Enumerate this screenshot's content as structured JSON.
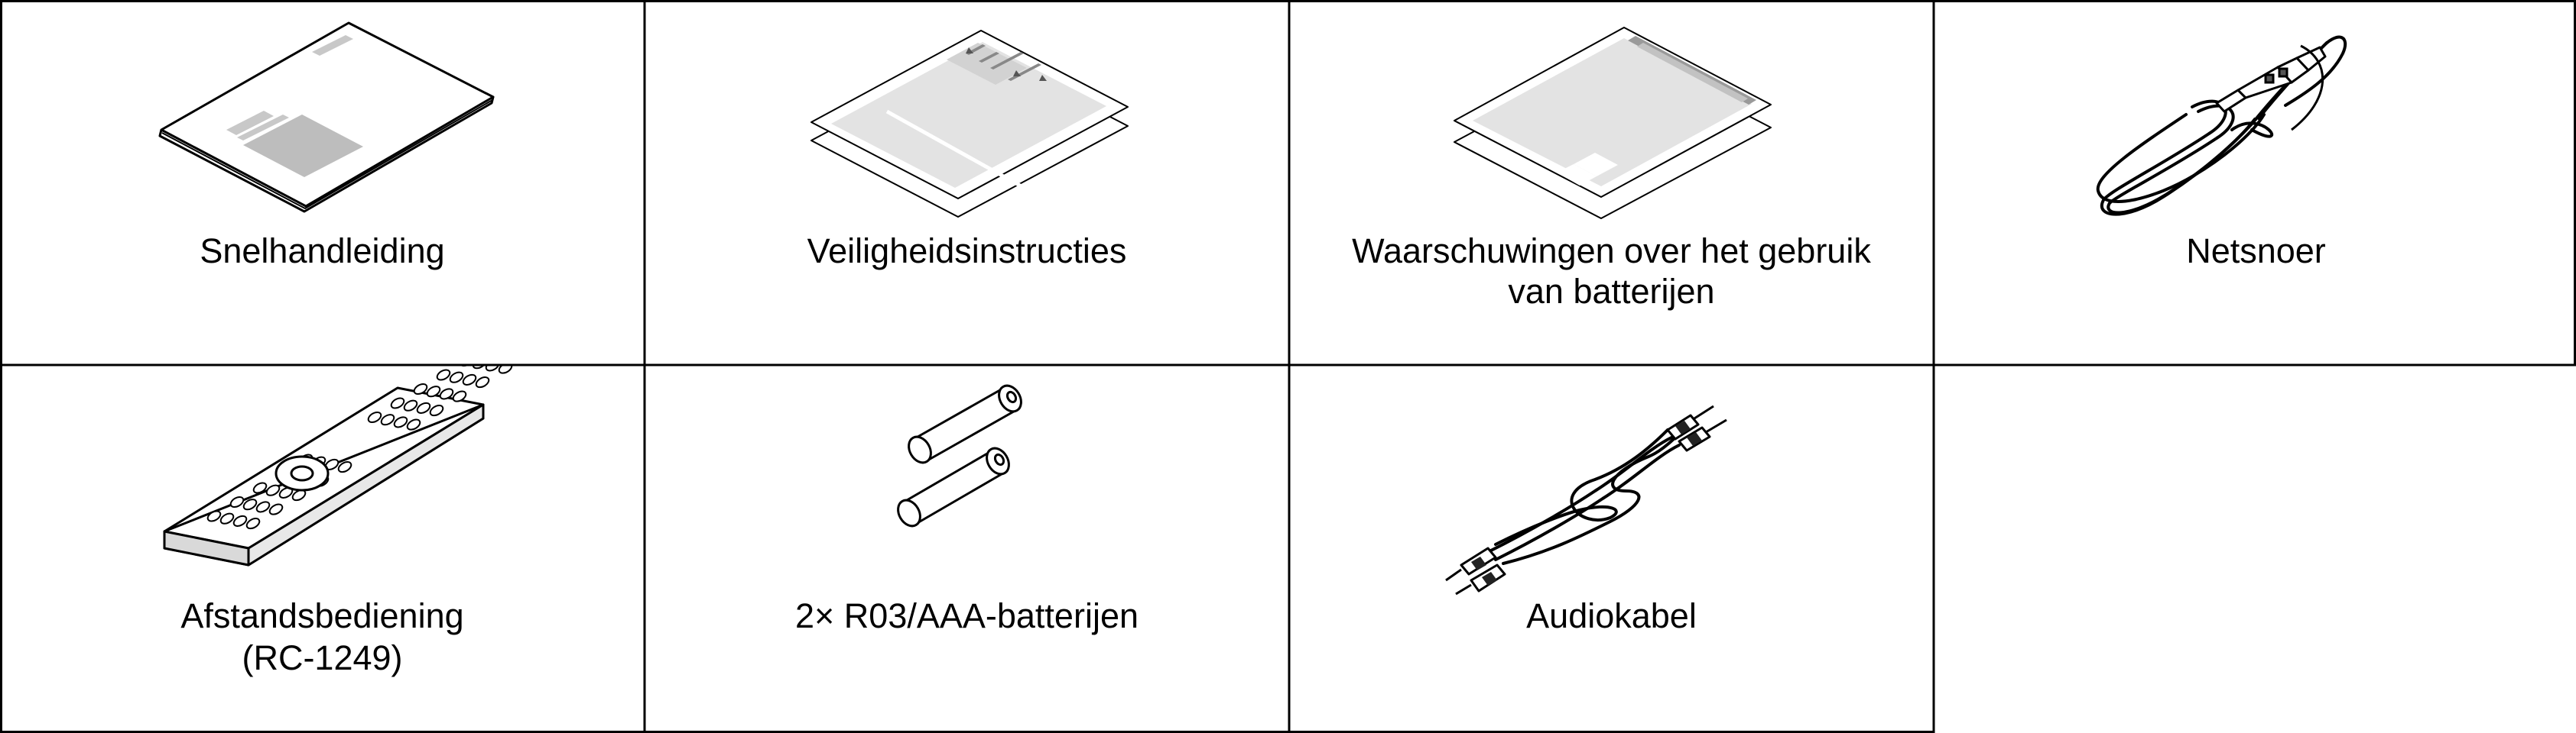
{
  "items": [
    {
      "caption": "Snelhandleiding",
      "icon": "quick-guide-booklet"
    },
    {
      "caption": "Veiligheidsinstructies",
      "icon": "safety-instructions-sheets"
    },
    {
      "caption_lines": [
        "Waarschuwingen over het gebruik",
        "van batterijen"
      ],
      "icon": "battery-warning-sheets"
    },
    {
      "caption": "Netsnoer",
      "icon": "power-cord"
    },
    {
      "caption_lines": [
        "Afstandsbediening",
        "(RC-1249)"
      ],
      "icon": "remote-control"
    },
    {
      "caption": "2× R03/AAA-batterijen",
      "icon": "batteries"
    },
    {
      "caption": "Audiokabel",
      "icon": "audio-cable"
    }
  ]
}
